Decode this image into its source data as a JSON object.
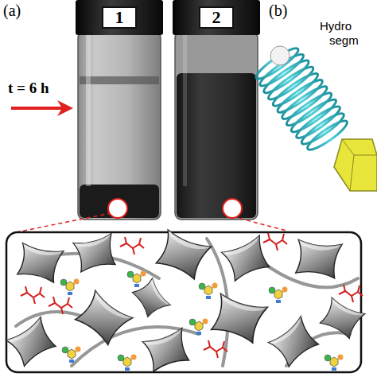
{
  "diagram": {
    "nodes": [
      {
        "text": [
          "1"
        ]
      },
      {
        "text": [
          "2"
        ]
      }
    ],
    "labels": [
      "(a)",
      "t = 6 h",
      "(b)",
      "Hydro",
      "segm"
    ]
  }
}
